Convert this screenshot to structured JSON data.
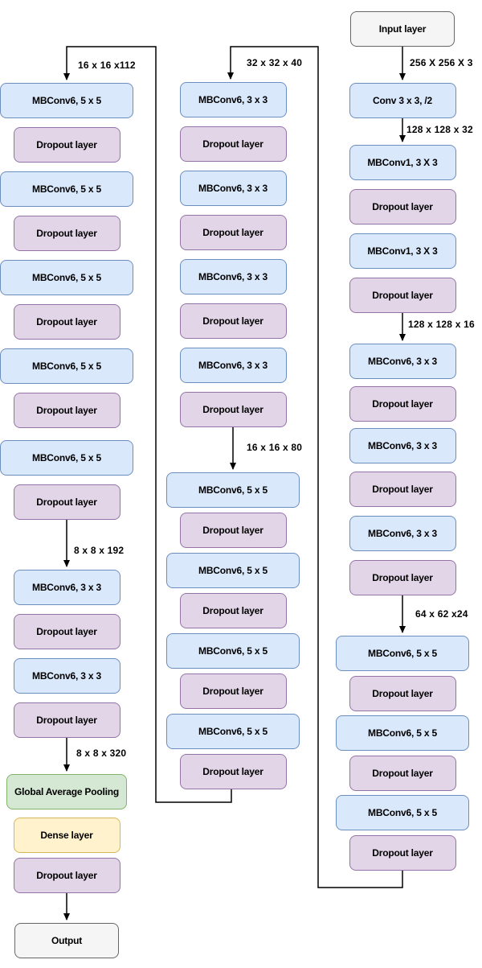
{
  "diagram": {
    "type": "neural-network-architecture-flowchart",
    "colors": {
      "mbconv_fill": "#dae8fc",
      "mbconv_border": "#6c8ebf",
      "dropout_fill": "#e1d5e7",
      "dropout_border": "#9673a6",
      "pooling_fill": "#d5e8d4",
      "pooling_border": "#82b366",
      "dense_fill": "#fff2cc",
      "dense_border": "#d6b656",
      "io_fill": "#f5f5f5",
      "io_border": "#666666",
      "line": "#000000"
    },
    "columns": {
      "right": {
        "nodes": [
          {
            "label": "Input layer",
            "kind": "io"
          },
          {
            "label": "Conv 3 x 3, /2",
            "kind": "conv"
          },
          {
            "label": "MBConv1, 3 X 3",
            "kind": "mbconv"
          },
          {
            "label": "Dropout layer",
            "kind": "dropout"
          },
          {
            "label": "MBConv1, 3 X 3",
            "kind": "mbconv"
          },
          {
            "label": "Dropout layer",
            "kind": "dropout"
          },
          {
            "label": "MBConv6, 3 x 3",
            "kind": "mbconv"
          },
          {
            "label": "Dropout layer",
            "kind": "dropout"
          },
          {
            "label": "MBConv6, 3 x 3",
            "kind": "mbconv"
          },
          {
            "label": "Dropout layer",
            "kind": "dropout"
          },
          {
            "label": "MBConv6, 3 x 3",
            "kind": "mbconv"
          },
          {
            "label": "Dropout layer",
            "kind": "dropout"
          },
          {
            "label": "MBConv6, 5 x 5",
            "kind": "mbconv-wide"
          },
          {
            "label": "Dropout layer",
            "kind": "dropout"
          },
          {
            "label": "MBConv6, 5 x 5",
            "kind": "mbconv-wide"
          },
          {
            "label": "Dropout layer",
            "kind": "dropout"
          },
          {
            "label": "MBConv6, 5 x 5",
            "kind": "mbconv-wide"
          },
          {
            "label": "Dropout layer",
            "kind": "dropout"
          }
        ]
      },
      "middle": {
        "nodes": [
          {
            "label": "MBConv6, 3 x 3",
            "kind": "mbconv"
          },
          {
            "label": "Dropout layer",
            "kind": "dropout"
          },
          {
            "label": "MBConv6, 3 x 3",
            "kind": "mbconv"
          },
          {
            "label": "Dropout layer",
            "kind": "dropout"
          },
          {
            "label": "MBConv6, 3 x 3",
            "kind": "mbconv"
          },
          {
            "label": "Dropout layer",
            "kind": "dropout"
          },
          {
            "label": "MBConv6, 3 x 3",
            "kind": "mbconv"
          },
          {
            "label": "Dropout layer",
            "kind": "dropout"
          },
          {
            "label": "MBConv6, 5 x 5",
            "kind": "mbconv-wide"
          },
          {
            "label": "Dropout layer",
            "kind": "dropout"
          },
          {
            "label": "MBConv6, 5 x 5",
            "kind": "mbconv-wide"
          },
          {
            "label": "Dropout layer",
            "kind": "dropout"
          },
          {
            "label": "MBConv6, 5 x 5",
            "kind": "mbconv-wide"
          },
          {
            "label": "Dropout layer",
            "kind": "dropout"
          },
          {
            "label": "MBConv6, 5 x 5",
            "kind": "mbconv-wide"
          },
          {
            "label": "Dropout layer",
            "kind": "dropout"
          }
        ]
      },
      "left": {
        "nodes": [
          {
            "label": "MBConv6, 5 x 5",
            "kind": "mbconv-wide"
          },
          {
            "label": "Dropout layer",
            "kind": "dropout"
          },
          {
            "label": "MBConv6, 5 x 5",
            "kind": "mbconv-wide"
          },
          {
            "label": "Dropout layer",
            "kind": "dropout"
          },
          {
            "label": "MBConv6, 5 x 5",
            "kind": "mbconv-wide"
          },
          {
            "label": "Dropout layer",
            "kind": "dropout"
          },
          {
            "label": "MBConv6, 5 x 5",
            "kind": "mbconv-wide"
          },
          {
            "label": "Dropout layer",
            "kind": "dropout"
          },
          {
            "label": "MBConv6, 5 x 5",
            "kind": "mbconv-wide"
          },
          {
            "label": "Dropout layer",
            "kind": "dropout"
          },
          {
            "label": "MBConv6, 3 x 3",
            "kind": "mbconv"
          },
          {
            "label": "Dropout layer",
            "kind": "dropout"
          },
          {
            "label": "MBConv6, 3 x 3",
            "kind": "mbconv"
          },
          {
            "label": "Dropout layer",
            "kind": "dropout"
          },
          {
            "label": "Global Average Pooling",
            "kind": "pooling"
          },
          {
            "label": "Dense layer",
            "kind": "dense"
          },
          {
            "label": "Dropout layer",
            "kind": "dropout"
          },
          {
            "label": "Output",
            "kind": "io"
          }
        ]
      }
    },
    "edge_labels": [
      {
        "text": "256 X 256 X 3"
      },
      {
        "text": "128 x 128 x 32"
      },
      {
        "text": "128 x 128 x 16"
      },
      {
        "text": "64 x 62 x24"
      },
      {
        "text": "32 x 32 x 40"
      },
      {
        "text": "16 x 16 x 80"
      },
      {
        "text": "16 x 16 x112"
      },
      {
        "text": "8 x 8 x 192"
      },
      {
        "text": "8 x 8 x 320"
      }
    ]
  }
}
